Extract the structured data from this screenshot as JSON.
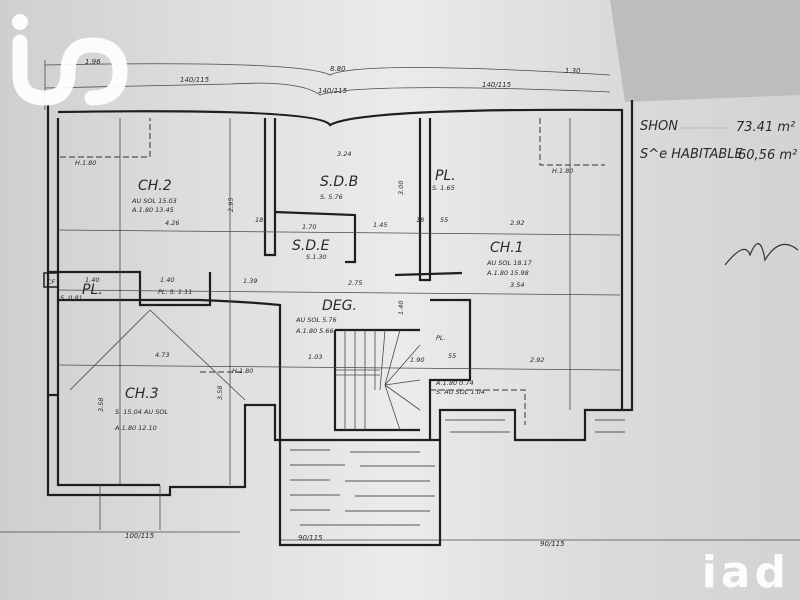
{
  "summary": {
    "shon_label": "SHON",
    "shon_value": "73.41 m²",
    "habitable_label": "S^e HABITABLE",
    "habitable_value": "60,56 m²"
  },
  "dimensions_top": [
    "1.96",
    "8.80",
    "1.30",
    "140/115",
    "140/115",
    "140/115"
  ],
  "dimensions_bottom": [
    "100/115",
    "90/115",
    "90/115"
  ],
  "rooms": {
    "ch2": {
      "name": "CH.2",
      "l1": "AU SOL 15.03",
      "l2": "A.1.80 13.45",
      "w": "4.26",
      "h": "H.1.80"
    },
    "sdb": {
      "name": "S.D.B",
      "l1": "S. 5.76",
      "w": "3.24"
    },
    "pl1": {
      "name": "PL.",
      "l1": "S. 1.65"
    },
    "ch1": {
      "name": "CH.1",
      "l1": "AU SOL 18.17",
      "l2": "A.1.80 15.98",
      "w": "3.54",
      "w2": "2.92",
      "h": "H.1.80"
    },
    "sde": {
      "name": "S.D.E",
      "l1": "S.1.30",
      "w": "1.70"
    },
    "deg": {
      "name": "DEG.",
      "l1": "AU SOL 5.76",
      "l2": "A.1.80 5.66",
      "w": "2.75"
    },
    "pl2": {
      "name": "PL.",
      "l1": "S. 0.81",
      "w": "1.40"
    },
    "pl3": {
      "name": "PL. S. 1.11",
      "w": "1.40"
    },
    "cf": {
      "name": "CF"
    },
    "ch3": {
      "name": "CH.3",
      "l1": "S. 15.04 AU SOL",
      "l2": "A.1.80 12.10",
      "w": "4.73",
      "h": "H.1.80"
    },
    "pl4": {
      "name": "PL.",
      "l1": "A.1.80 0.74",
      "l2": "S. AU SOL 1.04"
    }
  },
  "misc_dims": [
    "1.45",
    "1.39",
    "1.03",
    "1.90",
    "2.92",
    "18",
    "18",
    "55",
    "55",
    "3.58",
    "3.58",
    "2.95",
    "3.00",
    "1.40"
  ],
  "logo": {
    "brand": "iad"
  }
}
